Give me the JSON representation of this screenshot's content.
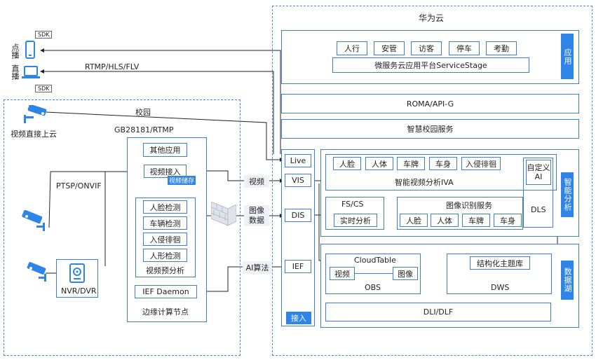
{
  "cloud": {
    "title": "华为云",
    "app_layer": {
      "items": [
        "人行",
        "安管",
        "访客",
        "停车",
        "考勤"
      ],
      "platform": "微服务云应用平台ServiceStage",
      "side_label": "应用"
    },
    "roma": "ROMA/API-G",
    "campus_service": "智慧校园服务",
    "access": {
      "live": "Live",
      "vis": "VIS",
      "dis": "DIS",
      "ief": "IEF",
      "side_label": "接入"
    },
    "smart": {
      "iva_items": [
        "人脸",
        "人体",
        "车牌",
        "车身",
        "入侵徘徊"
      ],
      "iva_title": "智能视频分析IVA",
      "custom_ai": "自定义AI",
      "dls": "DLS",
      "fs_cs": "FS/CS",
      "realtime": "实时分析",
      "image_service": "图像识别服务",
      "image_items": [
        "人脸",
        "人体",
        "车牌",
        "车身"
      ],
      "side_label": "智能分析"
    },
    "lake": {
      "cloudtable": "CloudTable",
      "video": "视频",
      "image": "图像",
      "obs": "OBS",
      "struct_lib": "结构化主题库",
      "dws": "DWS",
      "dli": "DLI/DLF",
      "side_label": "数据湖"
    }
  },
  "campus": {
    "title": "校园",
    "protocol_top": "GB28181/RTMP",
    "camera_direct": "视频直接上云",
    "protocol_left": "PTSP/ONVIF",
    "nvr": "NVR/DVR",
    "edge": {
      "other_apps": "其他应用",
      "video_access": "视频接入",
      "video_storage": "视频储存",
      "checks": [
        "人脸检测",
        "车辆检测",
        "入侵徘徊",
        "人形检测"
      ],
      "preanalysis": "视频预分析",
      "ief_daemon": "IEF Daemon",
      "title": "边缘计算节点"
    }
  },
  "clients": {
    "sdk_top": "SDK",
    "sdk_bottom": "SDK",
    "vod": "点播",
    "live": "直播",
    "stream_protocol": "RTMP/HLS/FLV"
  },
  "edges": {
    "video": "视频",
    "image_data": "图像数据",
    "ai_algo": "AI算法"
  }
}
